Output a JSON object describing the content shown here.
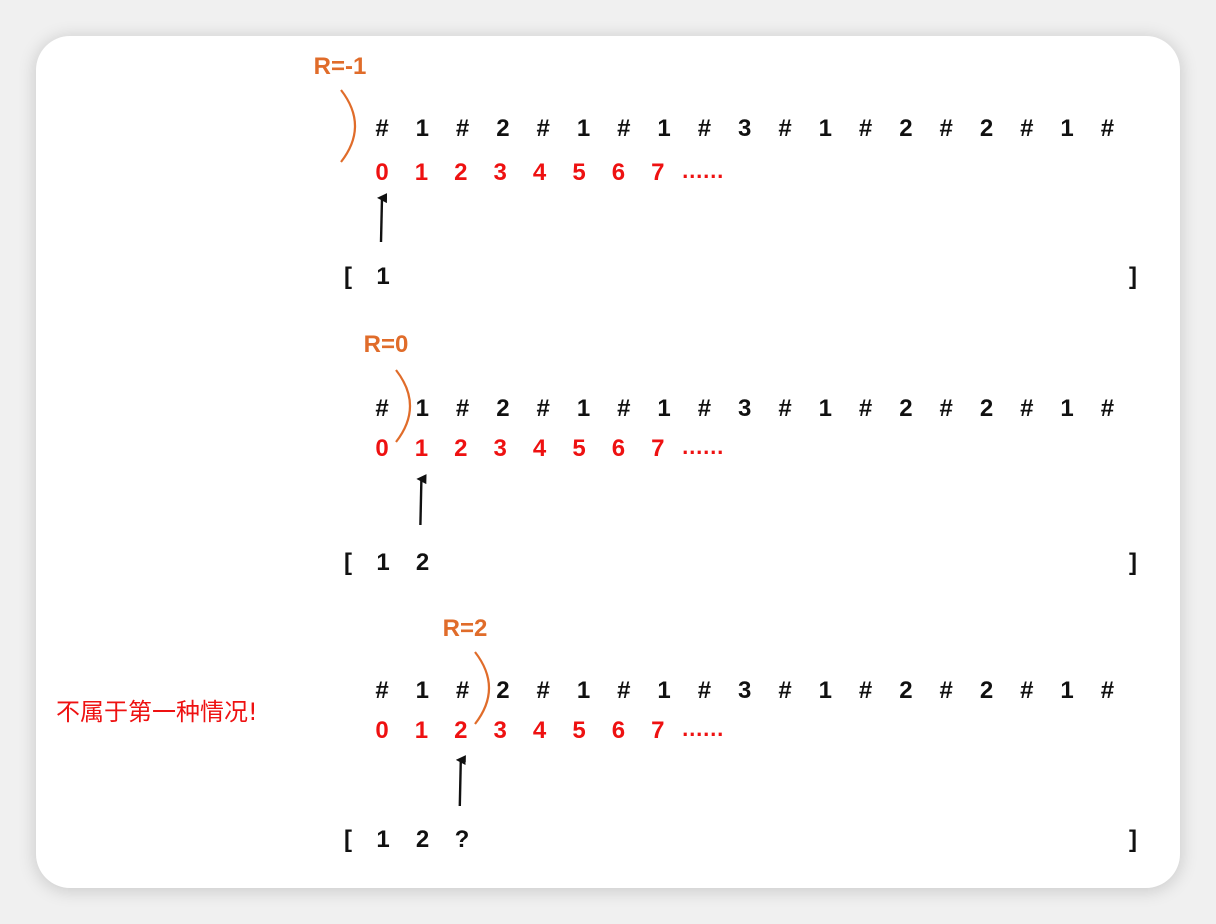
{
  "colors": {
    "sequence": "#111111",
    "index": "#ee1111",
    "radius_label": "#e06c2a",
    "arc": "#e06c2a",
    "note": "#ee1111",
    "card_background": "#ffffff",
    "page_background": "#f0f0f0"
  },
  "sequence": [
    "#",
    "1",
    "#",
    "2",
    "#",
    "1",
    "#",
    "1",
    "#",
    "3",
    "#",
    "1",
    "#",
    "2",
    "#",
    "2",
    "#",
    "1",
    "#"
  ],
  "indices": [
    "0",
    "1",
    "2",
    "3",
    "4",
    "5",
    "6",
    "7"
  ],
  "ellipsis": "……",
  "brackets": {
    "open": "[",
    "close": "]"
  },
  "note": "不属于第一种情况!",
  "steps": [
    {
      "r_label": "R=-1",
      "pointer_index": 0,
      "array": [
        "1"
      ]
    },
    {
      "r_label": "R=0",
      "pointer_index": 1,
      "array": [
        "1",
        "2"
      ]
    },
    {
      "r_label": "R=2",
      "pointer_index": 2,
      "array": [
        "1",
        "2",
        "?"
      ]
    }
  ]
}
